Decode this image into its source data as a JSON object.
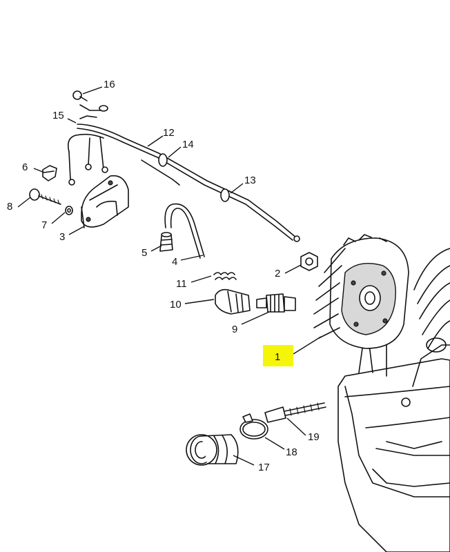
{
  "callouts": [
    {
      "id": "c1",
      "label": "1"
    },
    {
      "id": "c2",
      "label": "2"
    },
    {
      "id": "c3",
      "label": "3"
    },
    {
      "id": "c4",
      "label": "4"
    },
    {
      "id": "c5",
      "label": "5"
    },
    {
      "id": "c6",
      "label": "6"
    },
    {
      "id": "c7",
      "label": "7"
    },
    {
      "id": "c8",
      "label": "8"
    },
    {
      "id": "c9",
      "label": "9"
    },
    {
      "id": "c10",
      "label": "10"
    },
    {
      "id": "c11",
      "label": "11"
    },
    {
      "id": "c12",
      "label": "12"
    },
    {
      "id": "c13",
      "label": "13"
    },
    {
      "id": "c14",
      "label": "14"
    },
    {
      "id": "c15",
      "label": "15"
    },
    {
      "id": "c16",
      "label": "16"
    },
    {
      "id": "c17",
      "label": "17"
    },
    {
      "id": "c18",
      "label": "18"
    },
    {
      "id": "c19",
      "label": "19"
    }
  ],
  "highlight": {
    "callout": "1",
    "color": "#f5f50a"
  }
}
